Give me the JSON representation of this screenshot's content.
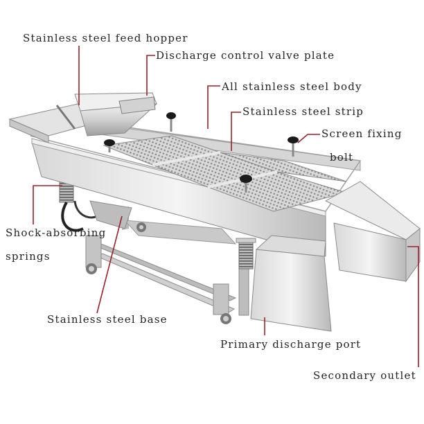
{
  "labels": {
    "feed_hopper": "Stainless steel feed hopper",
    "valve_plate": "Discharge control valve plate",
    "body": "All stainless steel body",
    "strip": "Stainless steel strip",
    "screen_bolt_line1": "Screen fixing",
    "screen_bolt_line2": "bolt",
    "springs_line1": "Shock-absorbing",
    "springs_line2": "springs",
    "base": "Stainless steel base",
    "primary_port": "Primary discharge port",
    "secondary_outlet": "Secondary outlet"
  },
  "colors": {
    "leader": "#9a1f2a",
    "steel_light": "#e6e6e6",
    "steel_mid": "#c4c4c4",
    "steel_dark": "#8e8e8e",
    "mesh": "#a8a8a8",
    "knob": "#1a1a1a"
  }
}
